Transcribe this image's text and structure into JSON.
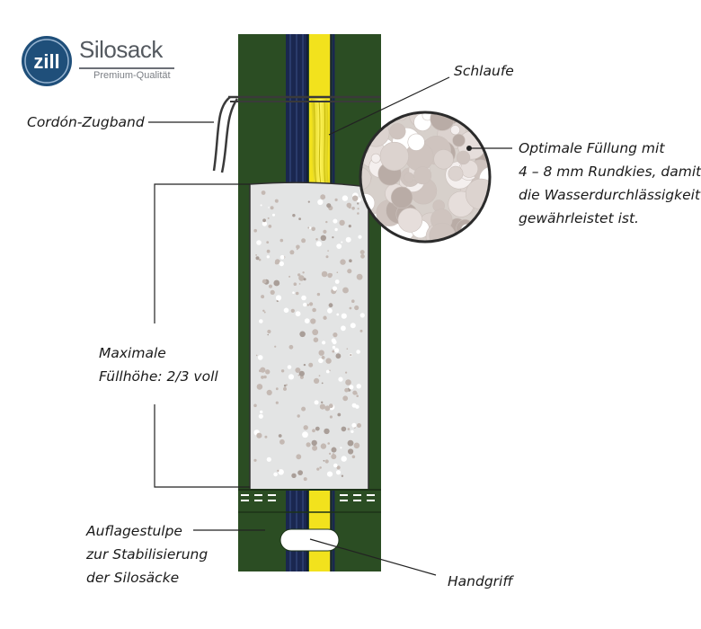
{
  "logo": {
    "mark": "zill",
    "brand": "Silosack",
    "tagline": "Premium-Qualität"
  },
  "labels": {
    "schlaufe": "Schlaufe",
    "cordon": "Cordón-Zugband",
    "fill_info": [
      "Optimale Füllung mit",
      "4 – 8 mm Rundkies, damit",
      "die Wasserdurchlässigkeit",
      "gewährleistet ist."
    ],
    "max_height": [
      "Maximale",
      "Füllhöhe: 2/3 voll"
    ],
    "auflage": [
      "Auflagestulpe",
      "zur Stabilisierung",
      "der Silosäcke"
    ],
    "handgriff": "Handgriff"
  },
  "colors": {
    "bag_green": "#2b4d23",
    "stripe_navy": "#1a2750",
    "stripe_yellow": "#f2e21d",
    "fill_gray": "#e3e4e4",
    "gravel_dark": "#bcb0aa",
    "logo_blue": "#1f4f7a"
  }
}
